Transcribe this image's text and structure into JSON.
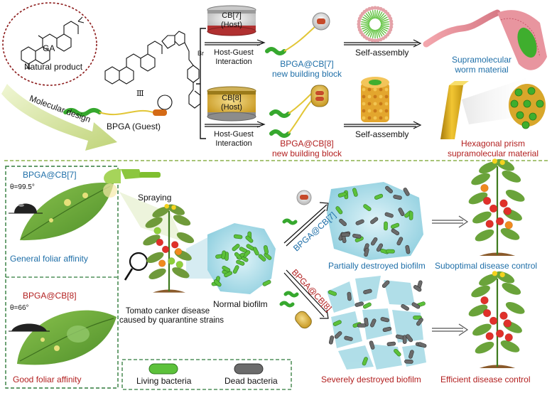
{
  "top": {
    "ga_label": "GA",
    "natural_product": "Natural product",
    "molecular_design": "Molecular design",
    "bpga_guest": "BPGA (Guest)",
    "compound_number": "Ⅲ",
    "bromide": "Br",
    "cb7_host_line1": "CB[7]",
    "cb7_host_line2": "(Host)",
    "cb8_host_line1": "CB[8]",
    "cb8_host_line2": "(Host)",
    "host_guest_1_line1": "Host-Guest",
    "host_guest_1_line2": "Interaction",
    "host_guest_2_line1": "Host-Guest",
    "host_guest_2_line2": "Interaction",
    "bpga_cb7_line1": "BPGA@CB[7]",
    "bpga_cb7_line2": "new building block",
    "bpga_cb8_line1": "BPGA@CB[8]",
    "bpga_cb8_line2": "new building block",
    "self_assembly_1": "Self-assembly",
    "self_assembly_2": "Self-assembly",
    "worm_line1": "Supramolecular",
    "worm_line2": "worm material",
    "hex_line1": "Hexagonal prism",
    "hex_line2": "supramolecular material"
  },
  "bottom": {
    "panel_cb7": "BPGA@CB[7]",
    "theta_cb7": "θ=99.5°",
    "general_affinity": "General foliar affinity",
    "panel_cb8": "BPGA@CB[8]",
    "theta_cb8": "θ=66°",
    "good_affinity": "Good foliar affinity",
    "spraying": "Spraying",
    "tomato_line1": "Tomato canker disease",
    "tomato_line2": "caused by quarantine strains",
    "normal_biofilm": "Normal biofilm",
    "arrow_cb7": "BPGA@CB[7]",
    "arrow_cb8": "BPGA@CB[8]",
    "partially_destroyed": "Partially destroyed biofilm",
    "severely_destroyed": "Severely destroyed biofilm",
    "suboptimal": "Suboptimal disease control",
    "efficient": "Efficient disease control",
    "legend_living": "Living bacteria",
    "legend_dead": "Dead bacteria"
  },
  "colors": {
    "blue_text": "#1f6fa8",
    "red_text": "#b21f1f",
    "living_green": "#5cc13a",
    "dead_gray": "#6b6b6b",
    "biofilm_cyan": "#a8dbe6",
    "leaf_green": "#6aa33a",
    "tomato_red": "#e0302a",
    "cb8_gold": "#d6ae3c"
  }
}
